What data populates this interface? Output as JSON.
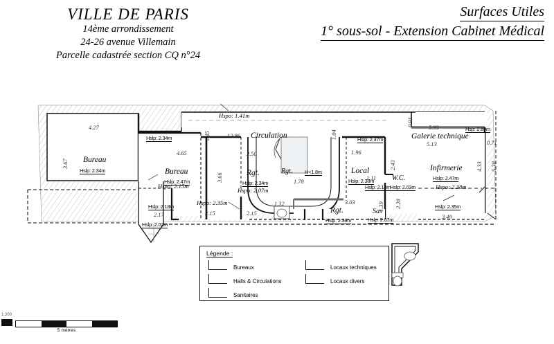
{
  "header": {
    "left": {
      "title": "VILLE DE PARIS",
      "line1": "14ème arrondissement",
      "line2": "24-26 avenue Villemain",
      "line3": "Parcelle cadastrée section CQ n°24"
    },
    "right": {
      "line1": "Surfaces Utiles",
      "line2": "1° sous-sol - Extension Cabinet Médical"
    }
  },
  "plan": {
    "rooms": [
      {
        "name": "Bureau",
        "height_label": "Hslp: 2.34m"
      },
      {
        "name": "Bureau",
        "height_label": "Hslp: 2.47m"
      },
      {
        "name": "Circulation",
        "height_label": ""
      },
      {
        "name": "Rgt.",
        "height_label": "Hslp: 2.34m"
      },
      {
        "name": "Rgt.",
        "height_label": "H<1.8m"
      },
      {
        "name": "Local",
        "height_label": "Hslp: 2.38m"
      },
      {
        "name": "Rgt.",
        "height_label": "Hslp: 2.38m"
      },
      {
        "name": "Sas",
        "height_label": "Hslp: 2.07m"
      },
      {
        "name": "W.C.",
        "height_label": "Hslp: 2.03m"
      },
      {
        "name": "Galerie technique",
        "height_label": "Hsp: 2.89m"
      },
      {
        "name": "Infirmerie",
        "height_label": "Hslp: 2.47m"
      }
    ],
    "labels": {
      "bureau1_name": "Bureau",
      "bureau1_h": "Hslp: 2.34m",
      "bureau1_w": "4.27",
      "bureau1_hgt": "3.67",
      "corr_h_top": "Hslp: 2.34m",
      "bureau2_name": "Bureau",
      "bureau2_h": "Hslp: 2.47m",
      "bureau2_w": "4.65",
      "bureau2_hspo": "Hspo: 2.15m",
      "bureau2_hslp2": "Hslp: 2.18m",
      "bureau2_d217": "2.17",
      "bureau2_hslp3": "Hslp: 2.02m",
      "circ_hspo": "Hspo: 1.41m",
      "circ_len": "12.86",
      "circ_name": "Circulation",
      "circ_v145": "1.45",
      "rgt1_w": "2.50",
      "rgt1_name": "Rgt.",
      "rgt1_h": "Hslp: 2.34m",
      "rgt1_hspo": "Hspo: 2.07m",
      "rgt1_d215": "2.15",
      "rgt1_v366": "3.66",
      "left_hspo235": "Hspo: 2.35m",
      "left_d215": "2.15",
      "rgt2_name": "Rgt.",
      "rgt2_h": "H<1.8m",
      "rgt2_d178": "1.78",
      "rgt2_d132": "1.32",
      "local_name": "Local",
      "local_h": "Hslp: 2.38m",
      "local_d196": "1.96",
      "local_v104": "1.04",
      "local_v243": "2.43",
      "rgt3_d303": "3.03",
      "rgt3_name": "Rgt.",
      "rgt3_h": "Hslp: 2.38m",
      "rgt3_v139": "1.39",
      "right_hslp237": "Hslp: 2.37m",
      "right_d111": "1.11",
      "right_hslp214": "Hslp: 2.14m",
      "sas_name": "Sas",
      "sas_h": "Hslp: 2.07m",
      "wc_name": "W.C.",
      "wc_h": "Hslp: 2.03m",
      "wc_v228": "2.28",
      "gal_name": "Galerie technique",
      "gal_h": "Hsp: 2.89m",
      "gal_d593": "5.93",
      "gal_d513": "5.13",
      "gal_v091": "0.91",
      "gal_d071": "0.71",
      "inf_name": "Infirmerie",
      "inf_h": "Hslp: 2.47m",
      "inf_hspo": "Hspo: 2.38m",
      "inf_hslp2": "Hslp: 2.35m",
      "inf_d349": "3.49",
      "inf_v433": "4.33",
      "inf_v530": "5.30"
    }
  },
  "legend": {
    "title": "Légende :",
    "items_left": [
      {
        "label": "Bureaux"
      },
      {
        "label": "Halls & Circulations"
      },
      {
        "label": "Sanitaires"
      }
    ],
    "items_right": [
      {
        "label": "Locaux techniques"
      },
      {
        "label": "Locaux divers"
      }
    ]
  },
  "scale": {
    "caption": "5 mètres",
    "ratio": "1:200"
  },
  "colors": {
    "ink": "#000000",
    "hatch": "#b8b8b8",
    "wall": "#1a1a1a"
  }
}
